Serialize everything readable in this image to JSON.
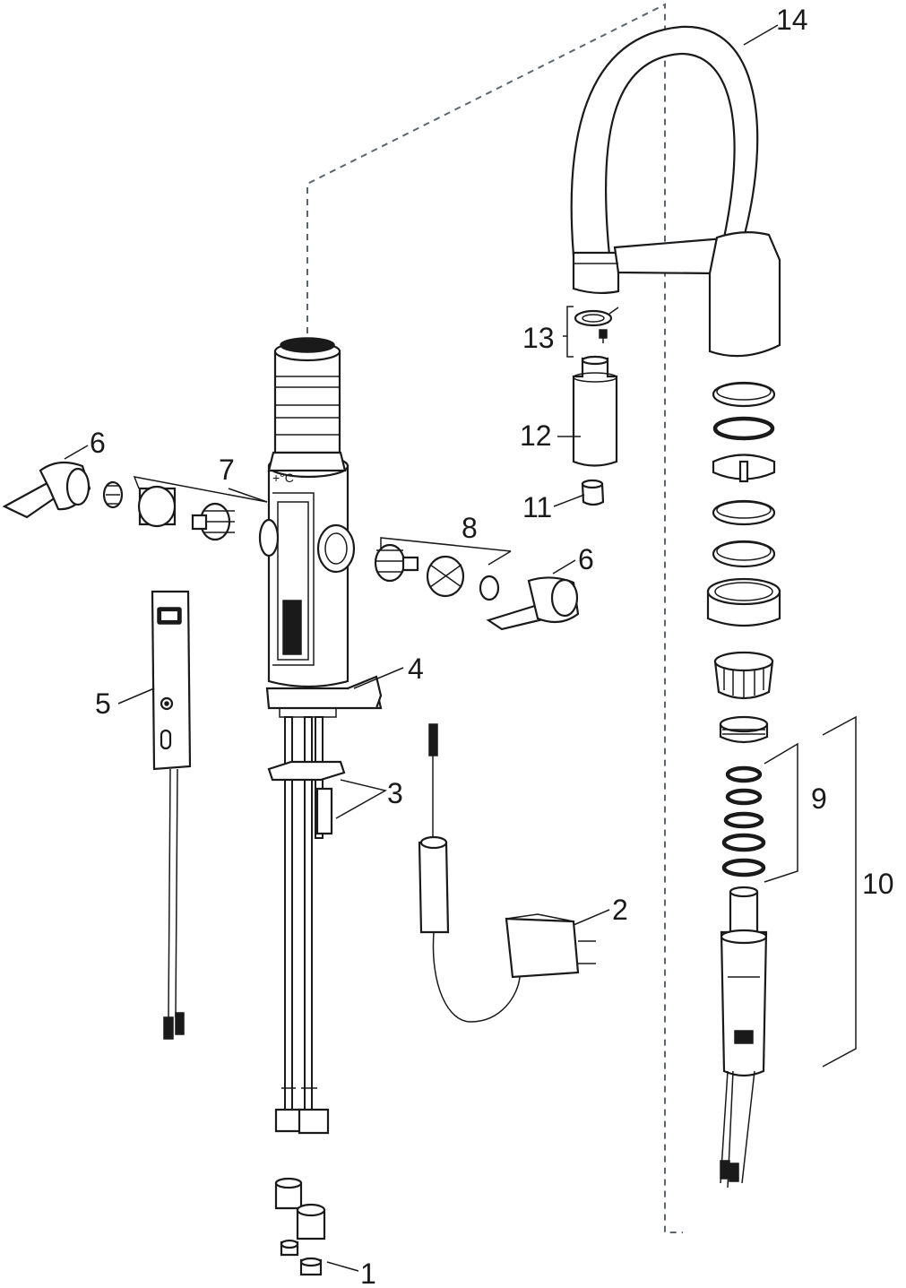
{
  "diagram": {
    "labels": [
      {
        "id": "1",
        "text": "1"
      },
      {
        "id": "2",
        "text": "2"
      },
      {
        "id": "3",
        "text": "3"
      },
      {
        "id": "4",
        "text": "4"
      },
      {
        "id": "5",
        "text": "5"
      },
      {
        "id": "6a",
        "text": "6"
      },
      {
        "id": "6b",
        "text": "6"
      },
      {
        "id": "7",
        "text": "7"
      },
      {
        "id": "8",
        "text": "8"
      },
      {
        "id": "9",
        "text": "9"
      },
      {
        "id": "10",
        "text": "10"
      },
      {
        "id": "11",
        "text": "11"
      },
      {
        "id": "12",
        "text": "12"
      },
      {
        "id": "13",
        "text": "13"
      },
      {
        "id": "14",
        "text": "14"
      }
    ],
    "body_marking": "+°C"
  }
}
